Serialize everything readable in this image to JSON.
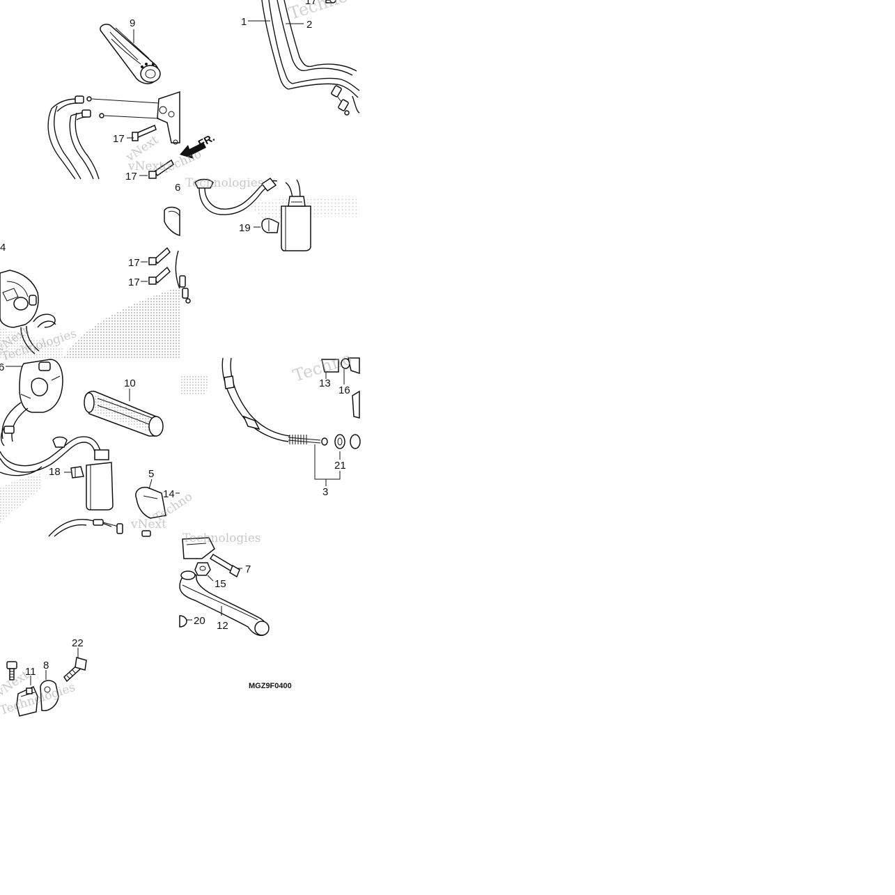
{
  "diagram_code": "MGZ9F0400",
  "direction_label": "FR.",
  "watermark": {
    "brand_a": "vNext",
    "brand_b": "Techno",
    "brand_c": "Technologies"
  },
  "callouts": [
    {
      "id": "c1",
      "label": "1"
    },
    {
      "id": "c2",
      "label": "2"
    },
    {
      "id": "c3",
      "label": "3"
    },
    {
      "id": "c4",
      "label": "4"
    },
    {
      "id": "c5",
      "label": "5"
    },
    {
      "id": "c6",
      "label": "6"
    },
    {
      "id": "c7",
      "label": "7"
    },
    {
      "id": "c8",
      "label": "8"
    },
    {
      "id": "c9",
      "label": "9"
    },
    {
      "id": "c10",
      "label": "10"
    },
    {
      "id": "c11",
      "label": "11"
    },
    {
      "id": "c12",
      "label": "12"
    },
    {
      "id": "c13",
      "label": "13"
    },
    {
      "id": "c14",
      "label": "14"
    },
    {
      "id": "c15",
      "label": "15"
    },
    {
      "id": "c16",
      "label": "16"
    },
    {
      "id": "c17",
      "label": "17"
    },
    {
      "id": "c18",
      "label": "18"
    },
    {
      "id": "c19",
      "label": "19"
    },
    {
      "id": "c20",
      "label": "20"
    },
    {
      "id": "c21",
      "label": "21"
    },
    {
      "id": "c22",
      "label": "22"
    }
  ]
}
